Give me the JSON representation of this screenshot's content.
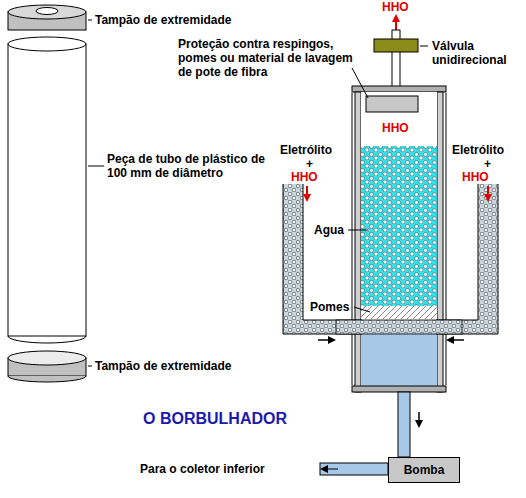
{
  "diagram": {
    "title": "O BORBULHADOR",
    "nodes": [
      {
        "text": [
          "Bomba"
        ]
      }
    ],
    "labels": [
      "Tampão de extremidade",
      "Peça de tubo de plástico de 100 mm de diâmetro",
      "Tampão de extremidade",
      "HHO",
      "Proteção contra respingos, pomes ou material de lavagem de pote de fibra",
      "Válvula unidirecional",
      "Eletrólito",
      "+",
      "HHO",
      "Eletrólito",
      "+",
      "HHO",
      "HHO",
      "Agua",
      "Pomes",
      "Para o coletor inferior"
    ]
  }
}
